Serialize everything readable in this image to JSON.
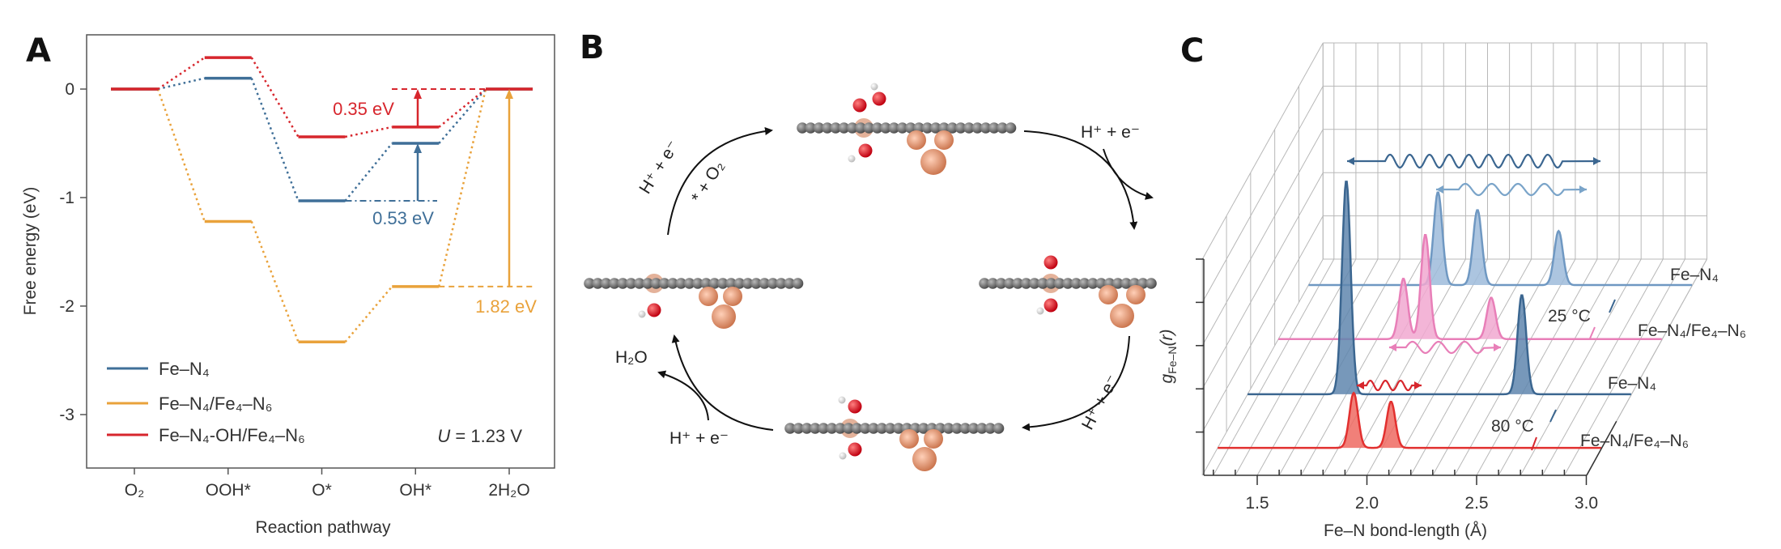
{
  "panels": {
    "a": "A",
    "b": "B",
    "c": "C"
  },
  "chart_data": [
    {
      "type": "line",
      "panel": "A",
      "xlabel": "Reaction pathway",
      "ylabel": "Free energy (eV)",
      "categories": [
        "O₂",
        "OOH*",
        "O*",
        "OH*",
        "2H₂O"
      ],
      "yticks": [
        "0",
        "-1",
        "-2",
        "-3"
      ],
      "ytick_values": [
        0,
        -1,
        -2,
        -3
      ],
      "ylim": [
        -3.5,
        0.5
      ],
      "legend_position": "bottom-left",
      "series": [
        {
          "name": "Fe–N₄",
          "color": "#3f6f98",
          "values": [
            0,
            0.1,
            -1.03,
            -0.5,
            0
          ]
        },
        {
          "name": "Fe–N₄/Fe₄–N₆",
          "color": "#e9a23b",
          "values": [
            0,
            -1.22,
            -2.33,
            -1.82,
            0
          ]
        },
        {
          "name": "Fe–N₄-OH/Fe₄–N₆",
          "color": "#d7262d",
          "values": [
            0,
            0.29,
            -0.44,
            -0.35,
            0
          ]
        }
      ],
      "annotations": [
        {
          "text": "0.35 eV",
          "color": "#d7262d",
          "from": -0.35,
          "to": 0
        },
        {
          "text": "0.53 eV",
          "color": "#3f6f98",
          "from": -1.03,
          "to": -0.5
        },
        {
          "text": "1.82 eV",
          "color": "#e9a23b",
          "from": -1.82,
          "to": 0
        }
      ],
      "potential_label": "U = 1.23 V",
      "potential_italic": "U",
      "potential_rest": " = 1.23 V"
    },
    {
      "type": "area",
      "panel": "C",
      "xlabel": "Fe–N bond-length (Å)",
      "ylabel": "g",
      "ylabel_sub": "Fe–N",
      "ylabel_tail": "(r)",
      "xticks": [
        "1.5",
        "2.0",
        "2.5",
        "3.0"
      ],
      "xtick_values": [
        1.5,
        2.0,
        2.5,
        3.0
      ],
      "xlim": [
        1.25,
        3.0
      ],
      "grid": true,
      "temperatures": [
        "25 °C",
        "80 °C"
      ],
      "series": [
        {
          "name": "Fe–N₄",
          "temperature": "25 °C",
          "color": "#6f98c2",
          "fill": "#9dbbdb",
          "peaks": [
            [
              1.84,
              2.15
            ],
            [
              2.02,
              1.74
            ],
            [
              2.39,
              1.25
            ]
          ]
        },
        {
          "name": "Fe–N₄/Fe₄–N₆",
          "temperature": "25 °C",
          "color": "#e87fb8",
          "fill": "#f1a8d0",
          "peaks": [
            [
              1.82,
              1.4
            ],
            [
              1.92,
              2.42
            ],
            [
              2.22,
              0.96
            ]
          ]
        },
        {
          "name": "Fe–N₄",
          "temperature": "80 °C",
          "color": "#3b6690",
          "fill": "#5f86ae",
          "peaks": [
            [
              1.7,
              4.94
            ],
            [
              2.5,
              2.3
            ]
          ]
        },
        {
          "name": "Fe–N₄/Fe₄–N₆",
          "temperature": "80 °C",
          "color": "#e2302f",
          "fill": "#ef6a62",
          "peaks": [
            [
              1.87,
              1.27
            ],
            [
              2.04,
              1.07
            ]
          ]
        }
      ]
    }
  ],
  "mechanism": {
    "steps": {
      "step1": "H⁺ + e⁻",
      "step1b": "* + O₂",
      "step2": "H⁺ + e⁻",
      "step3": "H⁺ + e⁻",
      "step4": "H⁺ + e⁻",
      "product": "H₂O"
    },
    "colors": {
      "carbon": "#6b6b6b",
      "oxygen": "#d8151c",
      "hydrogen": "#f0f0f0",
      "metal": "#e0906a"
    }
  }
}
